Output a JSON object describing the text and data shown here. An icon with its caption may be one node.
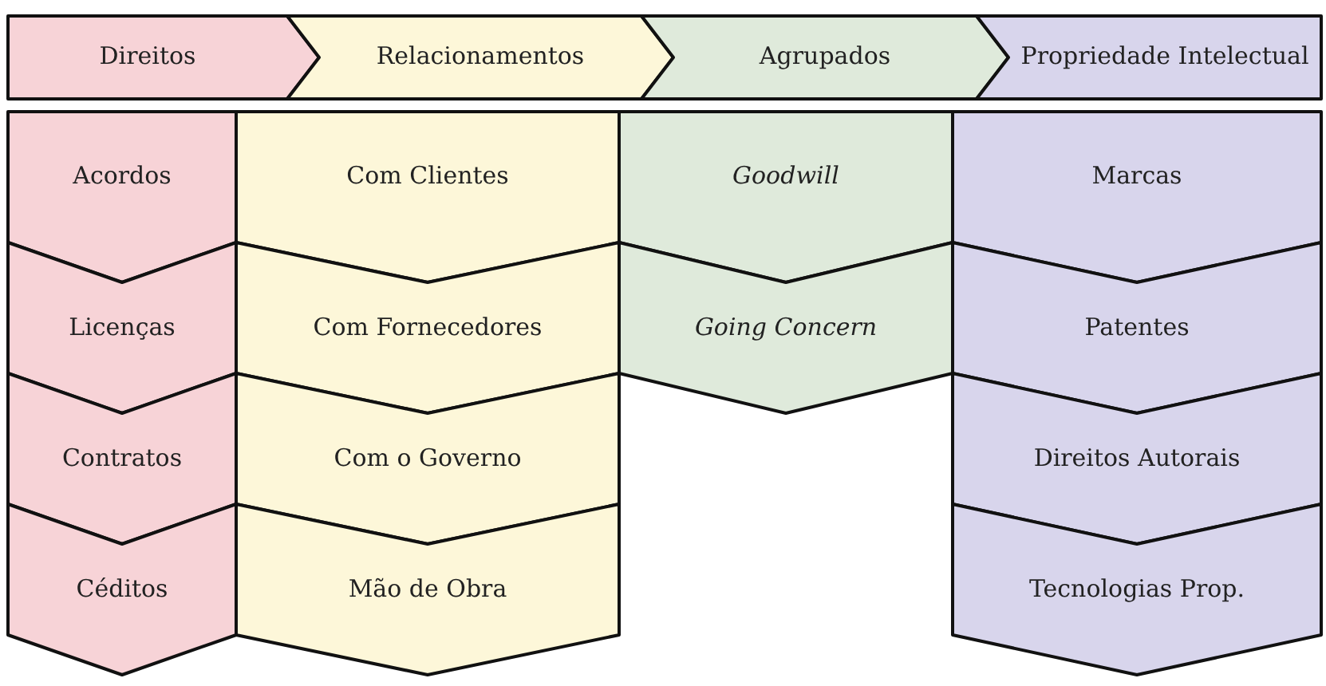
{
  "diagram": {
    "nodes": [
      {
        "text": [
          "Direitos"
        ]
      },
      {
        "text": [
          "Relacionamentos"
        ]
      },
      {
        "text": [
          "Agrupados"
        ]
      },
      {
        "text": [
          "Propriedade Intelectual"
        ]
      },
      {
        "text": [
          "Acordos"
        ]
      },
      {
        "text": [
          "Licenças"
        ]
      },
      {
        "text": [
          "Contratos"
        ]
      },
      {
        "text": [
          "Céditos"
        ]
      },
      {
        "text": [
          "Com Clientes"
        ]
      },
      {
        "text": [
          "Com Fornecedores"
        ]
      },
      {
        "text": [
          "Com o Governo"
        ]
      },
      {
        "text": [
          "Mão de Obra"
        ]
      },
      {
        "text": [
          "Goodwill"
        ]
      },
      {
        "text": [
          "Going Concern"
        ]
      },
      {
        "text": [
          "Marcas"
        ]
      },
      {
        "text": [
          "Patentes"
        ]
      },
      {
        "text": [
          "Direitos Autorais"
        ]
      },
      {
        "text": [
          "Tecnologias Prop."
        ]
      }
    ]
  }
}
